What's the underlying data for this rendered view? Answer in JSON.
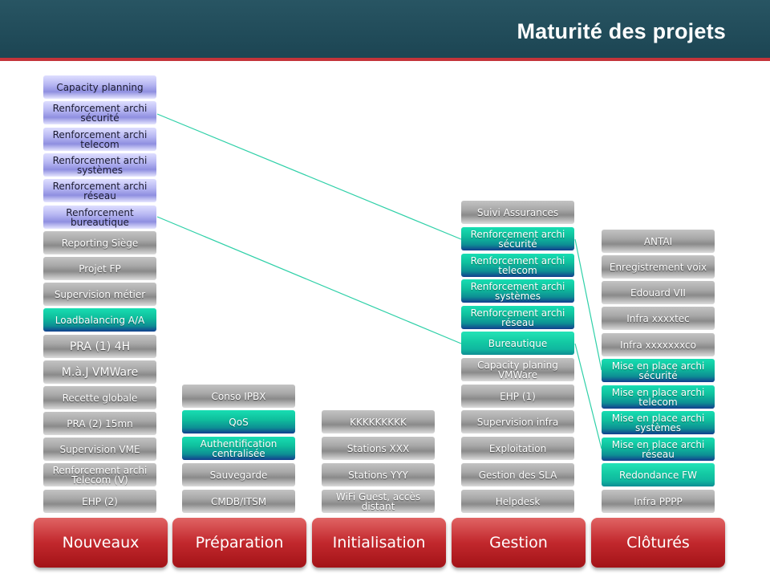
{
  "title": "Maturité des projets",
  "phases": [
    "Nouveaux",
    "Préparation",
    "Initialisation",
    "Gestion",
    "Clôturés"
  ],
  "nouveaux": [
    "Capacity planning",
    "Renforcement archi sécurité",
    "Renforcement archi telecom",
    "Renforcement archi systèmes",
    "Renforcement archi réseau",
    "Renforcement bureautique",
    "Reporting Siège",
    "Projet FP",
    "Supervision métier",
    "Loadbalancing A/A",
    "PRA (1) 4H",
    "M.à.J VMWare",
    "Recette globale",
    "PRA (2) 15mn",
    "Supervision VME",
    "Renforcement archi Telecom (V)",
    "EHP (2)"
  ],
  "preparation": [
    "Conso IPBX",
    "QoS",
    "Authentification centralisée",
    "Sauvegarde",
    "CMDB/ITSM"
  ],
  "initialisation": [
    "KKKKKKKKK",
    "Stations XXX",
    "Stations YYY",
    "WiFi Guest, accès distant"
  ],
  "gestion": [
    "Suivi Assurances",
    "Renforcement archi sécurité",
    "Renforcement archi telecom",
    "Renforcement archi systèmes",
    "Renforcement archi réseau",
    "Bureautique",
    "Capacity planing VMWare",
    "EHP (1)",
    "Supervision infra",
    "Exploitation",
    "Gestion des SLA",
    "Helpdesk"
  ],
  "clotures": [
    "ANTAI",
    "Enregistrement voix",
    "Edouard VII",
    "Infra xxxxtec",
    "Infra xxxxxxxco",
    "Mise en place archi sécurité",
    "Mise en place archi telecom",
    "Mise en place archi systèmes",
    "Mise en place archi réseau",
    "Redondance FW",
    "Infra PPPP"
  ],
  "colors": {
    "header": "#244d5b",
    "accent_line": "#c4343a",
    "phase": "#c2282d",
    "link_line": "#2fd0a8"
  }
}
